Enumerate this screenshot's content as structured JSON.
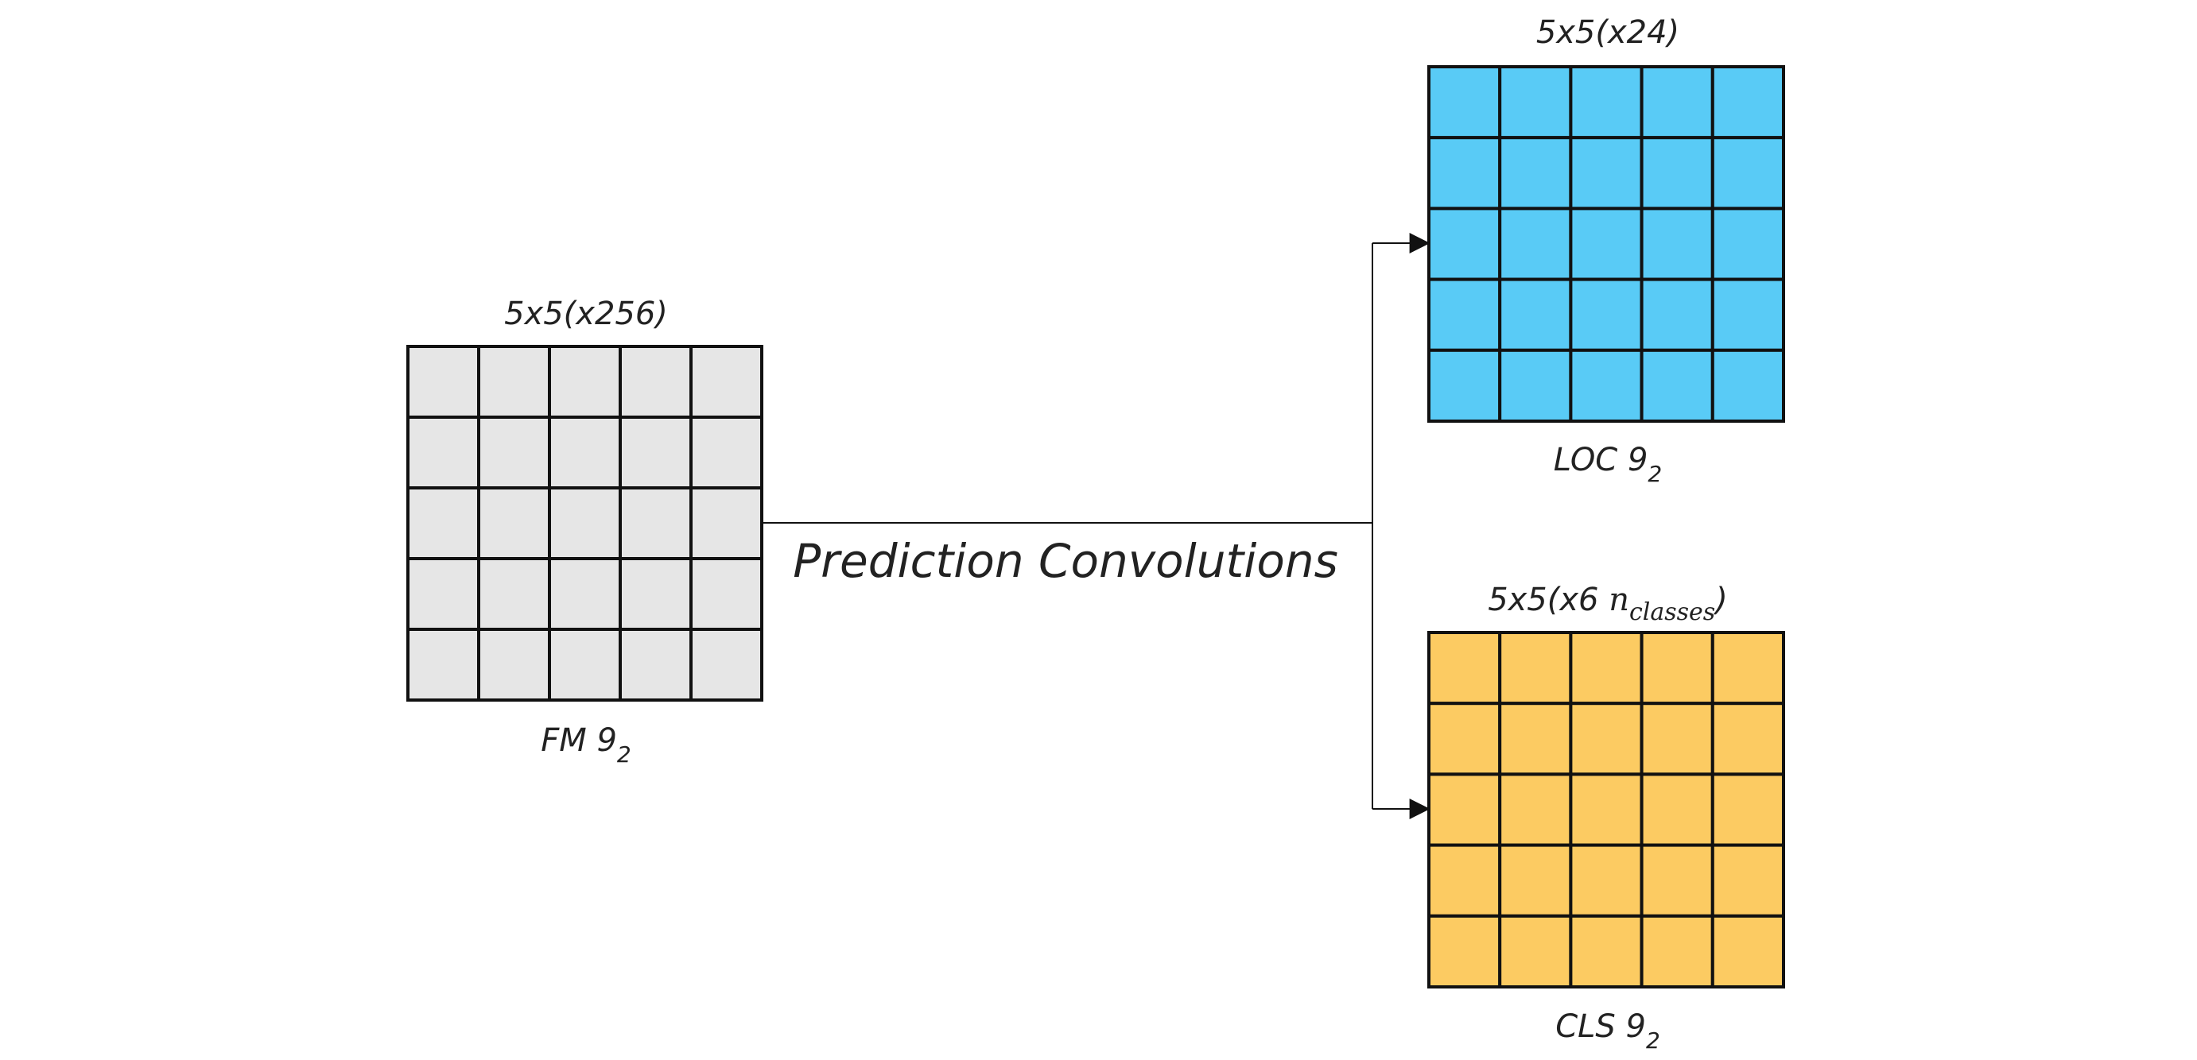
{
  "diagram": {
    "fm": {
      "dims": "5x5(x256)",
      "name": "FM 9",
      "sub": "2",
      "fill": "#E6E6E6",
      "rows": 5,
      "cols": 5
    },
    "loc": {
      "dims": "5x5(x24)",
      "name": "LOC 9",
      "sub": "2",
      "fill": "#59CBF6",
      "rows": 5,
      "cols": 5
    },
    "cls": {
      "dims_prefix": "5x5(x6 ",
      "dims_var": "n",
      "dims_var_sub": "classes",
      "dims_suffix": ")",
      "name": "CLS 9",
      "sub": "2",
      "fill": "#FCCB62",
      "rows": 5,
      "cols": 5
    },
    "connector_label": "Prediction Convolutions",
    "line_color": "#111111"
  }
}
